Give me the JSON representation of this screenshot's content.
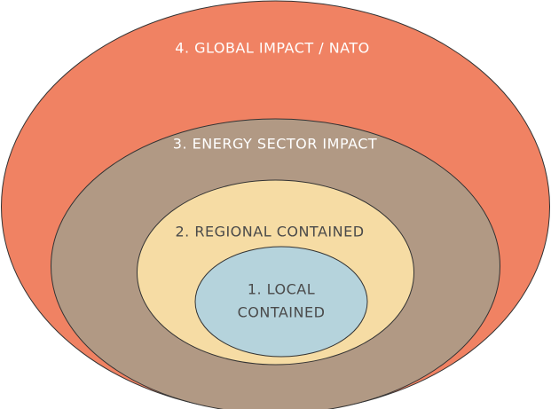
{
  "diagram": {
    "levels": [
      {
        "id": "level-4",
        "label": "4. GLOBAL IMPACT / NATO",
        "fill": "#f08263",
        "text_color": "#ffffff"
      },
      {
        "id": "level-3",
        "label": "3. ENERGY SECTOR IMPACT",
        "fill": "#b19984",
        "text_color": "#ffffff"
      },
      {
        "id": "level-2",
        "label": "2. REGIONAL CONTAINED",
        "fill": "#f6dca4",
        "text_color": "#4a4a4a"
      },
      {
        "id": "level-1",
        "label_line1": "1. LOCAL",
        "label_line2": "CONTAINED",
        "fill": "#b5d3dc",
        "text_color": "#4a4a4a"
      }
    ],
    "outline_color": "#333333"
  }
}
